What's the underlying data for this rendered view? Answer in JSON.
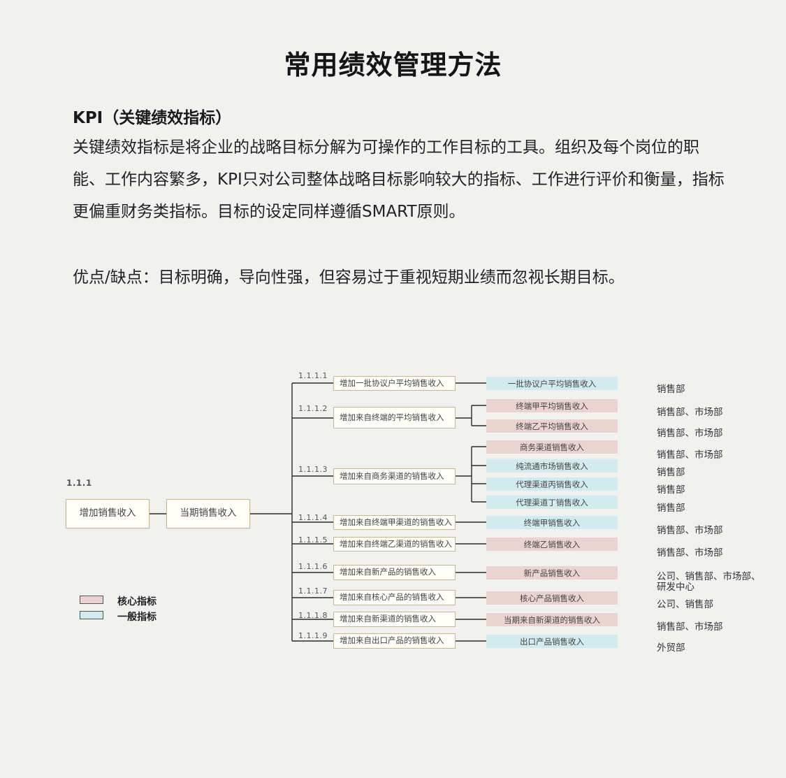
{
  "page": {
    "title": "常用绩效管理方法",
    "heading": "KPI（关键绩效指标）",
    "description": "关键绩效指标是将企业的战略目标分解为可操作的工作目标的工具。组织及每个岗位的职能、工作内容繁多，KPI只对公司整体战略目标影响较大的指标、工作进行评价和衡量，指标更偏重财务类指标。目标的设定同样遵循SMART原则。",
    "pros_cons": "优点/缺点：目标明确，导向性强，但容易过于重视短期业绩而忽视长期目标。"
  },
  "diagram": {
    "root_code": "1.1.1",
    "root_label": "增加销售收入",
    "second_label": "当期销售收入",
    "colors": {
      "core": "#ead3d0",
      "general": "#d2ebef"
    },
    "legend": {
      "core": "核心指标",
      "general": "一般指标"
    },
    "branches": [
      {
        "code": "1.1.1.1",
        "label": "增加一批协议户平均销售收入"
      },
      {
        "code": "1.1.1.2",
        "label": "增加来自终端的平均销售收入"
      },
      {
        "code": "1.1.1.3",
        "label": "增加来自商务渠道的销售收入"
      },
      {
        "code": "1.1.1.4",
        "label": "增加来自终端甲渠道的销售收入"
      },
      {
        "code": "1.1.1.5",
        "label": "增加来自终端乙渠道的销售收入"
      },
      {
        "code": "1.1.1.6",
        "label": "增加来自新产品的销售收入"
      },
      {
        "code": "1.1.1.7",
        "label": "增加来自核心产品的销售收入"
      },
      {
        "code": "1.1.1.8",
        "label": "增加来自新渠道的销售收入"
      },
      {
        "code": "1.1.1.9",
        "label": "增加来自出口产品的销售收入"
      }
    ],
    "indicators": [
      {
        "label": "一批协议户平均销售收入",
        "type": "general"
      },
      {
        "label": "终端甲平均销售收入",
        "type": "core"
      },
      {
        "label": "终端乙平均销售收入",
        "type": "core"
      },
      {
        "label": "商务渠道销售收入",
        "type": "core"
      },
      {
        "label": "纯流通市场销售收入",
        "type": "general"
      },
      {
        "label": "代理渠道丙销售收入",
        "type": "general"
      },
      {
        "label": "代理渠道丁销售收入",
        "type": "general"
      },
      {
        "label": "终端甲销售收入",
        "type": "general"
      },
      {
        "label": "终端乙销售收入",
        "type": "core"
      },
      {
        "label": "新产品销售收入",
        "type": "core"
      },
      {
        "label": "核心产品销售收入",
        "type": "core"
      },
      {
        "label": "当期来自新渠道的销售收入",
        "type": "core"
      },
      {
        "label": "出口产品销售收入",
        "type": "general"
      }
    ],
    "departments": [
      "销售部",
      "销售部、市场部",
      "销售部、市场部",
      "销售部、市场部",
      "销售部",
      "销售部",
      "销售部",
      "销售部、市场部",
      "销售部、市场部",
      "公司、销售部、市场部、研发中心",
      "公司、销售部",
      "销售部、市场部",
      "外贸部"
    ]
  }
}
